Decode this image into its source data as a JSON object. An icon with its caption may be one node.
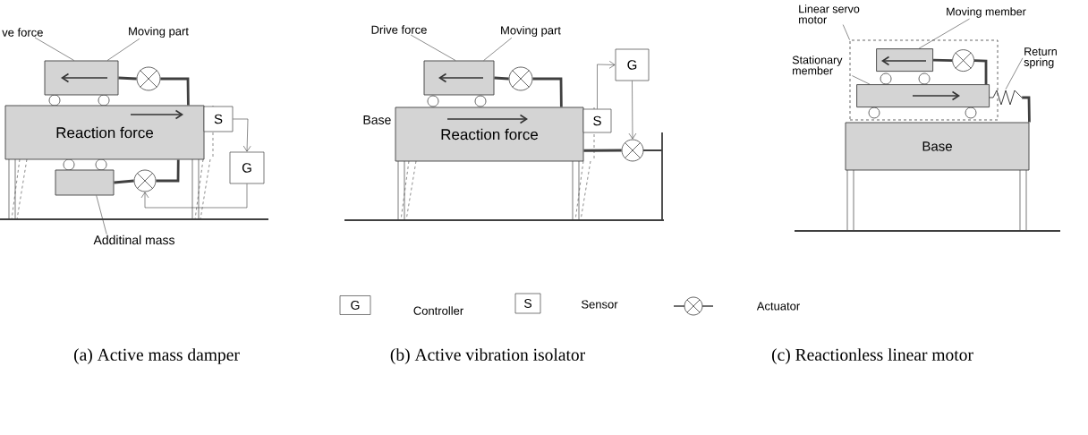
{
  "diagram": {
    "nodes": [
      {
        "text": [
          "ve force"
        ]
      },
      {
        "text": [
          "Moving part"
        ]
      },
      {
        "text": [],
        "shape": "box"
      },
      {
        "text": [],
        "shape": "circle"
      },
      {
        "text": [
          "Reaction force"
        ]
      },
      {
        "text": [
          "S"
        ]
      },
      {
        "text": [
          "G"
        ]
      },
      {
        "text": [],
        "shape": "box"
      },
      {
        "text": [],
        "shape": "circle"
      },
      {
        "text": [
          "Additinal mass"
        ]
      },
      {
        "text": [
          "Drive force"
        ]
      },
      {
        "text": [
          "Moving part"
        ]
      },
      {
        "text": [],
        "shape": "box"
      },
      {
        "text": [],
        "shape": "circle"
      },
      {
        "text": [
          "Reaction force"
        ],
        "beside": [
          "Base"
        ]
      },
      {
        "text": [
          "S"
        ]
      },
      {
        "text": [
          "G"
        ]
      },
      {
        "text": [],
        "shape": "circle"
      },
      {
        "text": [
          "Linear servo motor"
        ]
      },
      {
        "text": [
          "Moving member"
        ]
      },
      {
        "text": [
          "Stationary member"
        ]
      },
      {
        "text": [
          "Return spring"
        ]
      },
      {
        "text": [],
        "shape": "dashed-box"
      },
      {
        "text": [],
        "shape": "box",
        "in": 22
      },
      {
        "text": [],
        "shape": "circle",
        "in": 22
      },
      {
        "text": [],
        "shape": "box",
        "in": 22
      },
      {
        "text": [],
        "shape": "spring"
      },
      {
        "text": [
          "Base"
        ]
      }
    ],
    "edges": [
      {
        "from": 0,
        "to": 2,
        "arrow": "none"
      },
      {
        "from": 1,
        "to": 2,
        "arrow": "none"
      },
      {
        "from": 2,
        "to": 3,
        "arrow": "none",
        "style": "thick"
      },
      {
        "from": 3,
        "to": 4,
        "arrow": "none",
        "style": "thick"
      },
      {
        "from": 5,
        "to": 6,
        "arrow": "to"
      },
      {
        "from": 6,
        "to": 8,
        "arrow": "to"
      },
      {
        "from": 7,
        "to": 8,
        "arrow": "none",
        "style": "thick"
      },
      {
        "from": 8,
        "to": 4,
        "arrow": "none",
        "style": "thick"
      },
      {
        "from": 9,
        "to": 7,
        "arrow": "none"
      },
      {
        "from": 10,
        "to": 12,
        "arrow": "none"
      },
      {
        "from": 11,
        "to": 12,
        "arrow": "none"
      },
      {
        "from": 12,
        "to": 13,
        "arrow": "none",
        "style": "thick"
      },
      {
        "from": 13,
        "to": 14,
        "arrow": "none",
        "style": "thick"
      },
      {
        "from": 15,
        "to": 16,
        "arrow": "to"
      },
      {
        "from": 16,
        "to": 17,
        "arrow": "to"
      },
      {
        "from": 17,
        "to": 14,
        "arrow": "none",
        "style": "thick"
      },
      {
        "from": 18,
        "to": 22,
        "arrow": "none"
      },
      {
        "from": 19,
        "to": 23,
        "arrow": "none"
      },
      {
        "from": 20,
        "to": 25,
        "arrow": "none"
      },
      {
        "from": 21,
        "to": 26,
        "arrow": "none"
      },
      {
        "from": 23,
        "to": 24,
        "arrow": "none",
        "style": "thick"
      },
      {
        "from": 24,
        "to": 25,
        "arrow": "none",
        "style": "thick"
      },
      {
        "from": 26,
        "to": 27,
        "arrow": "none",
        "style": "thick"
      }
    ],
    "labels": [
      "G",
      "S",
      "(a) Active mass damper",
      "(b) Active vibration isolator",
      "(c) Reactionless linear motor"
    ],
    "legend": [
      {
        "text": "Controller"
      },
      {
        "text": "Sensor"
      },
      {
        "text": "Actuator"
      }
    ]
  }
}
